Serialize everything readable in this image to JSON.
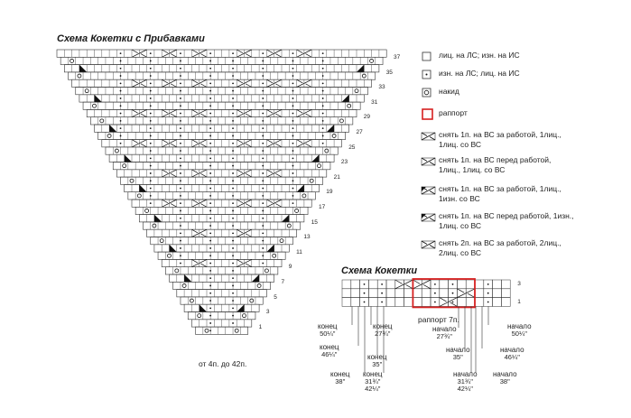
{
  "main_chart": {
    "title": "Схема Кокетки с Прибавками",
    "row_numbers": [
      "37",
      "35",
      "33",
      "31",
      "29",
      "27",
      "25",
      "23",
      "21",
      "19",
      "17",
      "15",
      "13",
      "11",
      "9",
      "7",
      "5",
      "3",
      "1"
    ],
    "range_caption": "от 4п. до 42п."
  },
  "legend": [
    {
      "icon": "blank-square-icon",
      "text": "лиц. на ЛС; изн. на ИС"
    },
    {
      "icon": "dot-square-icon",
      "text": "изн. на ЛС; лиц. на ИС"
    },
    {
      "icon": "yarn-over-circle-icon",
      "text": "накид"
    },
    {
      "icon": "repeat-frame-icon",
      "text": "раппорт",
      "color": "#d62020"
    },
    {
      "icon": "cross-right-purl-icon",
      "text": "снять 1п. на ВС за работой, 1лиц., 1лиц. со ВС"
    },
    {
      "icon": "cross-left-purl-icon",
      "text": "снять 1п. на ВС перед работой, 1лиц., 1лиц. со ВС"
    },
    {
      "icon": "cross-right-knit-icon",
      "text": "снять 1п. на ВС за работой, 1лиц., 1изн. со ВС"
    },
    {
      "icon": "cross-left-knit-icon",
      "text": "снять 1п. на ВС перед работой, 1изн., 1лиц. со ВС"
    },
    {
      "icon": "cross-2-2-icon",
      "text": "снять 2п. на ВС за работой, 2лиц., 2лиц. со ВС"
    }
  ],
  "small_chart": {
    "title": "Схема Кокетки",
    "row_numbers": [
      "3",
      "1"
    ],
    "rapport_caption": "раппорт 7п.",
    "size_labels": [
      {
        "word": "конец",
        "size": "50¼\""
      },
      {
        "word": "конец",
        "size": "46¼\""
      },
      {
        "word": "конец",
        "size": "38\""
      },
      {
        "word": "конец",
        "size": "27¾\""
      },
      {
        "word": "конец",
        "size": "35\""
      },
      {
        "word": "конец",
        "size": "31¾\"",
        "size2": "42¼\""
      },
      {
        "word": "начало",
        "size": "27¾\""
      },
      {
        "word": "начало",
        "size": "35\""
      },
      {
        "word": "начало",
        "size": "31¾\"",
        "size2": "42¼\""
      },
      {
        "word": "начало",
        "size": "50¼\""
      },
      {
        "word": "начало",
        "size": "46¼\""
      },
      {
        "word": "начало",
        "size": "38\""
      }
    ]
  },
  "colors": {
    "grid": "#333333",
    "repeat": "#d62020",
    "fill": "#111111"
  }
}
